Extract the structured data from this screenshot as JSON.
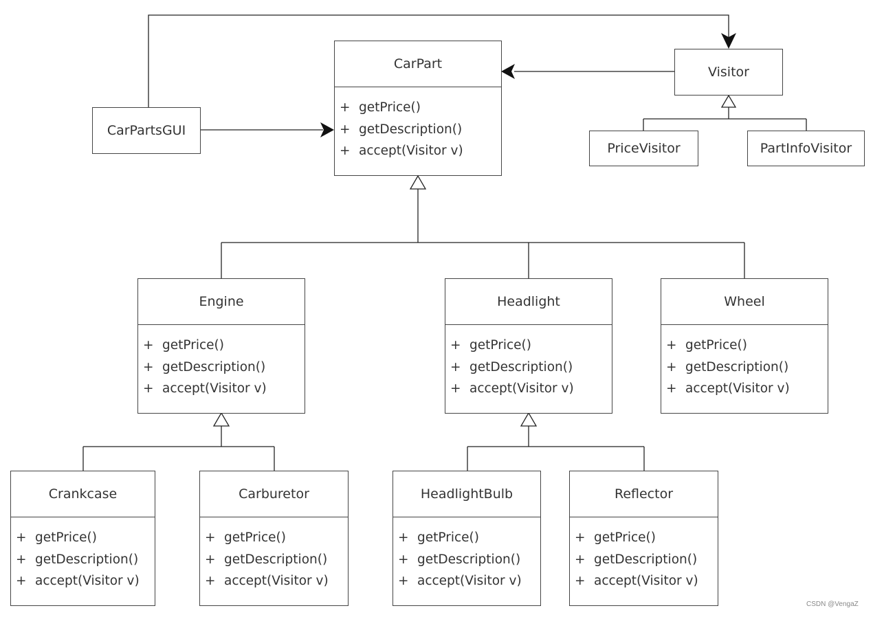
{
  "simple_boxes": {
    "carparts_gui": "CarPartsGUI",
    "visitor": "Visitor",
    "price_visitor": "PriceVisitor",
    "partinfo_visitor": "PartInfoVisitor"
  },
  "classes": {
    "carpart": {
      "name": "CarPart"
    },
    "engine": {
      "name": "Engine"
    },
    "headlight": {
      "name": "Headlight"
    },
    "wheel": {
      "name": "Wheel"
    },
    "crankcase": {
      "name": "Crankcase"
    },
    "carburetor": {
      "name": "Carburetor"
    },
    "headlightbulb": {
      "name": "HeadlightBulb"
    },
    "reflector": {
      "name": "Reflector"
    }
  },
  "members": [
    {
      "visibility": "+",
      "signature": "getPrice()"
    },
    {
      "visibility": "+",
      "signature": "getDescription()"
    },
    {
      "visibility": "+",
      "signature": "accept(Visitor v)"
    }
  ],
  "watermark": "CSDN @VengaZ"
}
